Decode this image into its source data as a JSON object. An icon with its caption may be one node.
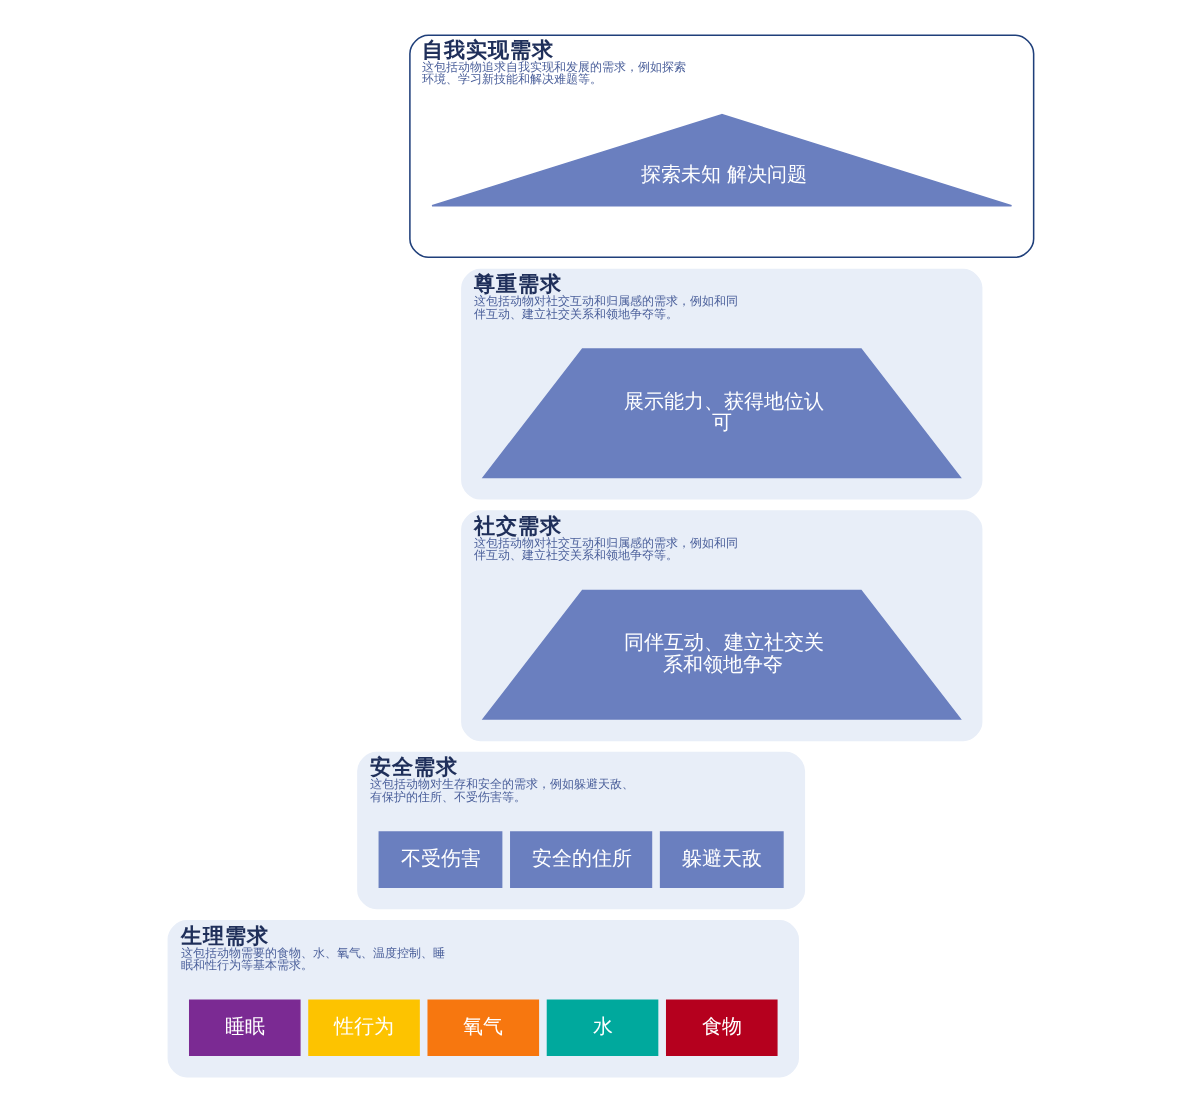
{
  "diagram": {
    "nodes": [
      {
        "text": [
          "自我实现需求",
          "这包括动物追求自我实现和发展的需求，例如探索环境、学习新技能和解决难题等。"
        ]
      },
      {
        "text": [
          "探索未知 解决问题"
        ],
        "in": 0
      },
      {
        "text": [
          "尊重需求",
          "这包括动物对社交互动和归属感的需求，例如和同伴互动、建立社交关系和领地争夺等。"
        ]
      },
      {
        "text": [
          "展示能力、获得地位认可"
        ],
        "in": 2
      },
      {
        "text": [
          "社交需求",
          "这包括动物对社交互动和归属感的需求，例如和同伴互动、建立社交关系和领地争夺等。"
        ]
      },
      {
        "text": [
          "同伴互动、建立社交关系和领地争夺"
        ],
        "in": 4
      },
      {
        "text": [
          "安全需求",
          "这包括动物对生存和安全的需求，例如躲避天敌、有保护的住所、不受伤害等。"
        ]
      },
      {
        "text": [
          "躲避天敌"
        ],
        "in": 6
      },
      {
        "text": [
          "安全的住所"
        ],
        "in": 6
      },
      {
        "text": [
          "不受伤害"
        ],
        "in": 6
      },
      {
        "text": [
          "生理需求",
          "这包括动物需要的食物、水、氧气、温度控制、睡眠和性行为等基本需求。"
        ]
      },
      {
        "text": [
          "食物"
        ],
        "in": 10
      },
      {
        "text": [
          "水"
        ],
        "in": 10
      },
      {
        "text": [
          "氧气"
        ],
        "in": 10
      },
      {
        "text": [
          "性行为"
        ],
        "in": 10
      },
      {
        "text": [
          "睡眠"
        ],
        "in": 10
      }
    ]
  }
}
